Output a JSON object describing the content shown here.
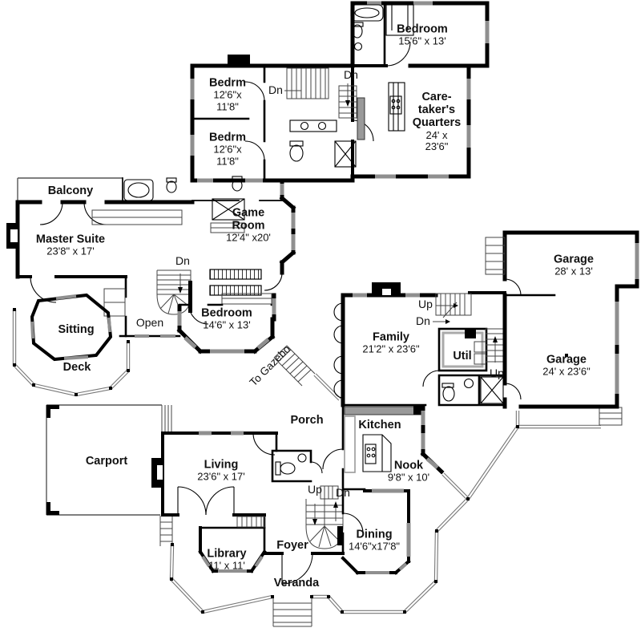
{
  "colors": {
    "wall": "#000000",
    "window": "#8f8f8f",
    "thin": "#777777",
    "bg": "#ffffff"
  },
  "rooms": {
    "bedroom_upper": {
      "name": "Bedroom",
      "dims": "15'6\" x 13'"
    },
    "bedrm_a": {
      "name": "Bedrm",
      "dims": "12'6\"x\n11'8\""
    },
    "bedrm_b": {
      "name": "Bedrm",
      "dims": "12'6\"x\n11'8\""
    },
    "caretakers": {
      "name": "Care-\ntaker's\nQuarters",
      "dims": "24' x\n23'6\""
    },
    "balcony": {
      "name": "Balcony"
    },
    "master": {
      "name": "Master Suite",
      "dims": "23'8\" x 17'"
    },
    "game": {
      "name": "Game\nRoom",
      "dims": "12'4\" x20'"
    },
    "open": {
      "name": "Open"
    },
    "sitting": {
      "name": "Sitting"
    },
    "bedroom_mid": {
      "name": "Bedroom",
      "dims": "14'6\" x 13'"
    },
    "deck": {
      "name": "Deck"
    },
    "family": {
      "name": "Family",
      "dims": "21'2\" x 23'6\""
    },
    "util": {
      "name": "Util"
    },
    "garage_upper": {
      "name": "Garage",
      "dims": "28' x 13'"
    },
    "garage_lower": {
      "name": "Garage",
      "dims": "24' x 23'6\""
    },
    "porch": {
      "name": "Porch"
    },
    "kitchen": {
      "name": "Kitchen"
    },
    "nook": {
      "name": "Nook",
      "dims": "9'8\" x 10'"
    },
    "carport": {
      "name": "Carport"
    },
    "living": {
      "name": "Living",
      "dims": "23'6\" x 17'"
    },
    "library": {
      "name": "Library",
      "dims": "11' x 11'"
    },
    "foyer": {
      "name": "Foyer"
    },
    "dining": {
      "name": "Dining",
      "dims": "14'6\"x17'8\""
    },
    "veranda": {
      "name": "Veranda"
    }
  },
  "annotations": {
    "dn_hall": "Dn",
    "dn_caretaker": "Dn",
    "dn_landing": "Dn",
    "up_family": "Up",
    "dn_family": "Dn",
    "up_garage": "Up",
    "up_foyer": "Up",
    "dn_foyer": "Dn",
    "to_gazebo": "To Gazebo"
  }
}
